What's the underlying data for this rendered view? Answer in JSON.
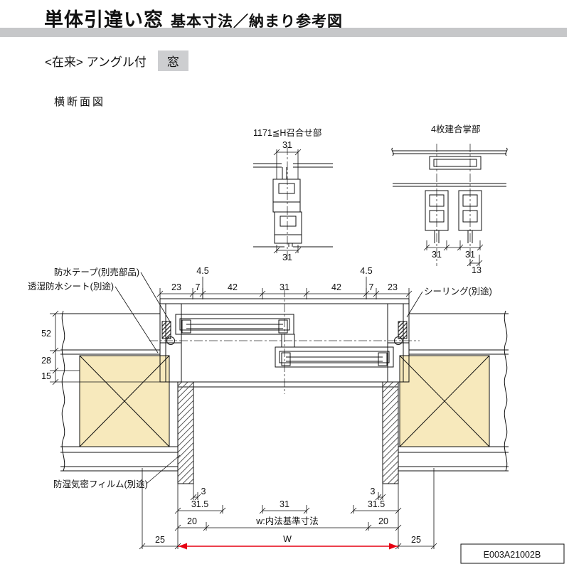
{
  "header": {
    "title_main": "単体引違い窓",
    "title_sub": "基本寸法／納まり参考図"
  },
  "subtitle": {
    "text": "<在来> アングル付",
    "badge": "窓"
  },
  "section_title": "横断面図",
  "details": {
    "left": {
      "label": "1171≦H召合せ部",
      "top_dim": "31",
      "bottom_dim": "31"
    },
    "right": {
      "label": "4枚建合掌部",
      "dim_a": "31",
      "dim_b": "31",
      "dim_c": "13"
    }
  },
  "callouts": {
    "tape": "防水テープ(別売部品)",
    "sheet": "透湿防水シート(別途)",
    "sealing": "シーリング(別途)",
    "film": "防湿気密フィルム(別途)"
  },
  "dims": {
    "top": {
      "d45l": "4.5",
      "d45r": "4.5",
      "d23l": "23",
      "d7l": "7",
      "d42l": "42",
      "d31": "31",
      "d42r": "42",
      "d7r": "7",
      "d23r": "23"
    },
    "left": {
      "d52": "52",
      "d28": "28",
      "d15": "15"
    },
    "bottom": {
      "d3l": "3",
      "d3r": "3",
      "d315l": "31.5",
      "d31c": "31",
      "d315r": "31.5",
      "d20l": "20",
      "w_label": "w:内法基準寸法",
      "d20r": "20",
      "d25l": "25",
      "w_mark": "W",
      "d25r": "25"
    }
  },
  "code_box": "E003A21002B",
  "colors": {
    "wall_fill": "#f7e9bc",
    "arrow_red": "#e60012"
  }
}
